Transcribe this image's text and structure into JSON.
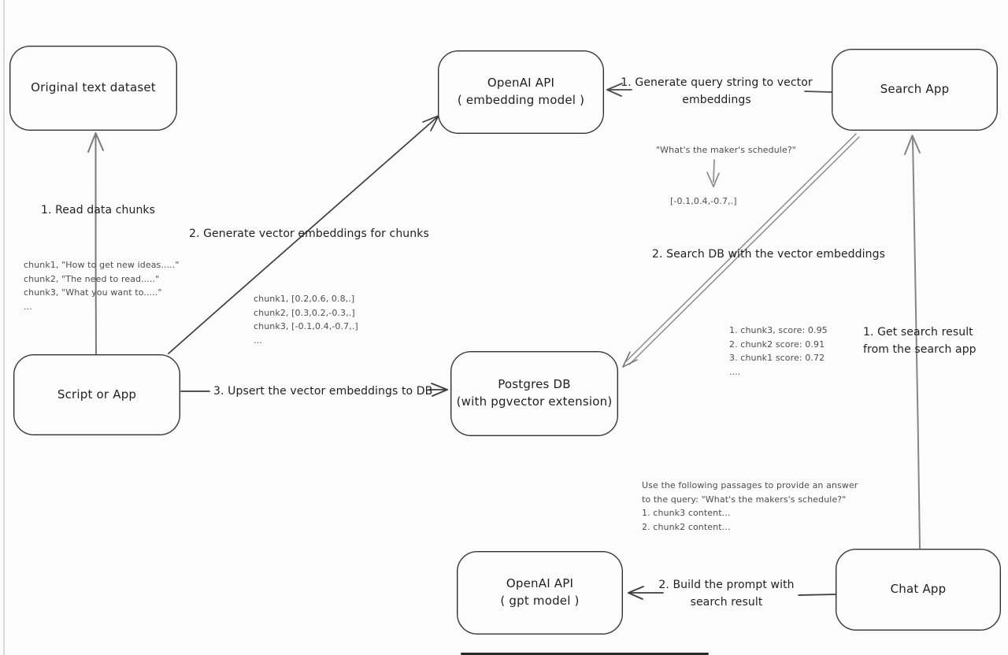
{
  "colors": {
    "background": "#fcfcfc",
    "ink": "#2f2f2f",
    "muted_text": "#4d4d4d",
    "gray_line": "#878787",
    "dark_line": "#3d3d3d"
  },
  "nodes": {
    "original_dataset": {
      "label": "Original text dataset"
    },
    "openai_embedding": {
      "label": "OpenAI API\n( embedding model )"
    },
    "search_app": {
      "label": "Search App"
    },
    "script_or_app": {
      "label": "Script or App"
    },
    "postgres_db": {
      "label": "Postgres DB\n(with pgvector extension)"
    },
    "openai_gpt": {
      "label": "OpenAI API\n( gpt model )"
    },
    "chat_app": {
      "label": "Chat App"
    }
  },
  "edges": {
    "read_chunks": {
      "label": "1. Read data chunks"
    },
    "generate_embeddings": {
      "label": "2. Generate vector embeddings for chunks"
    },
    "upsert_embeddings": {
      "label": "3. Upsert the vector embeddings  to DB"
    },
    "query_to_vector": {
      "label": "1. Generate query string to vector\nembeddings"
    },
    "search_db": {
      "label": "2. Search DB with the vector embeddings"
    },
    "get_search_result": {
      "label": "1. Get search result\nfrom the search app"
    },
    "build_prompt": {
      "label": "2. Build the prompt with\nsearch result"
    }
  },
  "annotations": {
    "chunks_sample": {
      "text": "chunk1, \"How to get new ideas.....\"\nchunk2, \"The need to read.....\"\nchunk3, \"What you want to.....\"\n..."
    },
    "vectors_sample": {
      "text": "chunk1, [0.2,0.6, 0.8,.]\nchunk2, [0.3,0.2,-0.3,.]\nchunk3, [-0.1,0.4,-0.7,.]\n..."
    },
    "query_text": {
      "text": "\"What's the maker's schedule?\""
    },
    "query_vector": {
      "text": "[-0.1,0.4,-0.7,.]"
    },
    "scores_sample": {
      "text": "1. chunk3, score: 0.95\n2. chunk2 score: 0.91\n3. chunk1 score: 0.72\n...."
    },
    "prompt_sample": {
      "text": "Use the following passages to provide an answer\nto the query: \"What's the makers's schedule?\"\n1. chunk3 content...\n2. chunk2 content..."
    }
  }
}
